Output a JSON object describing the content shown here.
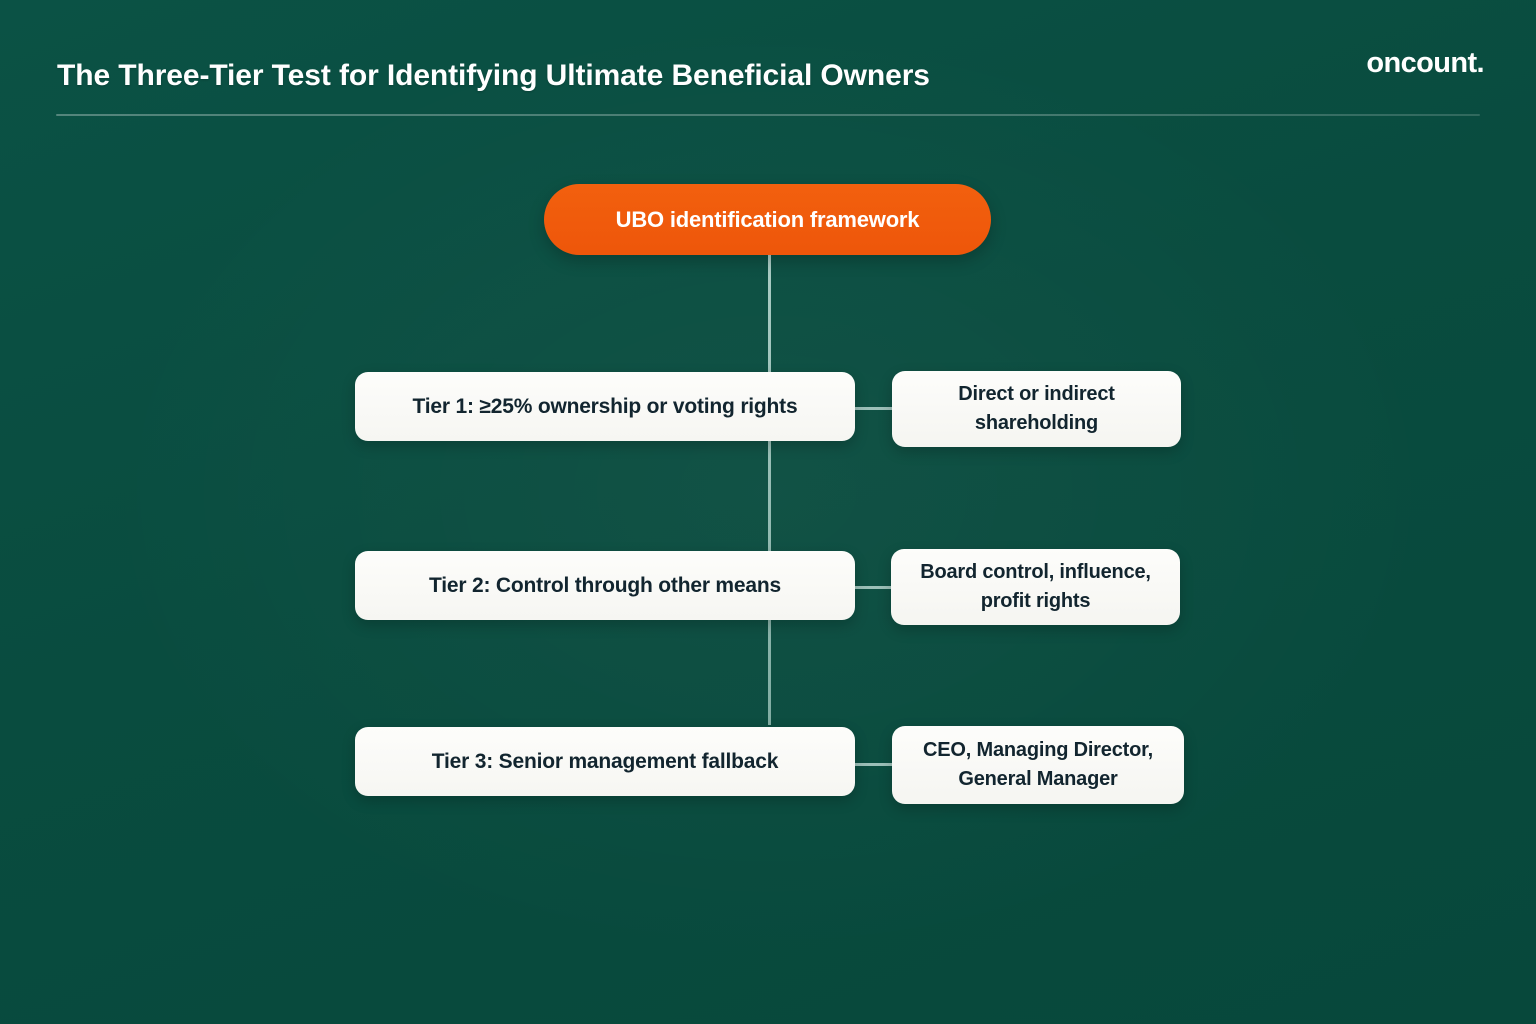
{
  "header": {
    "title": "The Three-Tier Test for Identifying Ultimate Beneficial Owners",
    "brand": "oncount."
  },
  "theme": {
    "background": "#0a5043",
    "accent_orange": "#ee560a",
    "card_background": "#fdfdfb",
    "card_text": "#12252f",
    "header_text": "#ffffff",
    "connector": "#d4ece6"
  },
  "diagram": {
    "type": "hierarchy-flowchart",
    "root": {
      "label": "UBO identification framework",
      "shape": "pill",
      "fill": "#ee560a",
      "text_color": "#ffffff"
    },
    "tiers": [
      {
        "id": "tier-1",
        "label": "Tier 1: ≥25% ownership or voting rights",
        "detail": "Direct or indirect shareholding",
        "detail_lines": [
          "Direct or indirect",
          "shareholding"
        ]
      },
      {
        "id": "tier-2",
        "label": "Tier 2: Control through other means",
        "detail": "Board control, influence, profit rights",
        "detail_lines": [
          "Board control,",
          "influence, profit rights"
        ]
      },
      {
        "id": "tier-3",
        "label": "Tier 3: Senior management fallback",
        "detail": "CEO, Managing Director, General Manager",
        "detail_lines": [
          "CEO, Managing Director,",
          "General Manager"
        ]
      }
    ]
  }
}
